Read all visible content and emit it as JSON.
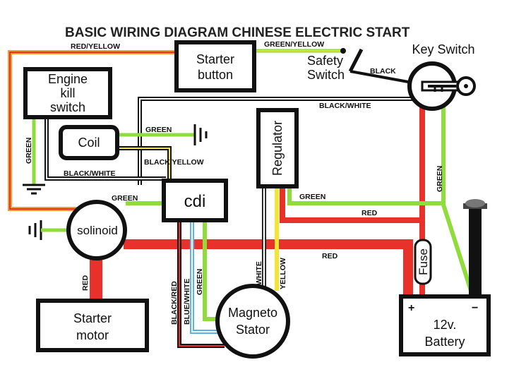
{
  "title": "BASIC WIRING DIAGRAM CHINESE ELECTRIC START",
  "components": {
    "starter_button": [
      "Starter",
      "button"
    ],
    "safety_switch": [
      "Safety",
      "Switch"
    ],
    "key_switch": "Key Switch",
    "engine_kill_switch": [
      "Engine",
      "kill",
      "switch"
    ],
    "coil": "Coil",
    "regulator": "Regulator",
    "cdi": "cdi",
    "solenoid": "solinoid",
    "starter_motor": [
      "Starter",
      "motor"
    ],
    "magneto_stator": [
      "Magneto",
      "Stator"
    ],
    "fuse": "Fuse",
    "battery": [
      "12v.",
      "Battery"
    ],
    "battery_plus": "+",
    "battery_minus": "−"
  },
  "wire_labels": {
    "red_yellow": "RED/YELLOW",
    "green_yellow": "GREEN/YELLOW",
    "black": "BLACK",
    "black_white_top": "BLACK/WHITE",
    "green_coil": "GREEN",
    "green_kill": "GREEN",
    "black_white_left": "BLACK/WHITE",
    "black_yellow": "BLACK/YELLOW",
    "green_key": "GREEN",
    "green_regulator": "GREEN",
    "red_regulator": "RED",
    "green_solenoid": "GREEN",
    "red_main": "RED",
    "red_starter": "RED",
    "white": "WHITE",
    "yellow": "YELLOW",
    "black_red": "BLACK/RED",
    "blue_white": "BLUE/WHITE",
    "green_stator": "GREEN"
  },
  "colors": {
    "red": "#e8312a",
    "green": "#8fdc3c",
    "yellow": "#f2e632",
    "orange": "#f0a030",
    "blue": "#5ab4e8",
    "black": "#111111",
    "grey": "#8a8a8a"
  }
}
